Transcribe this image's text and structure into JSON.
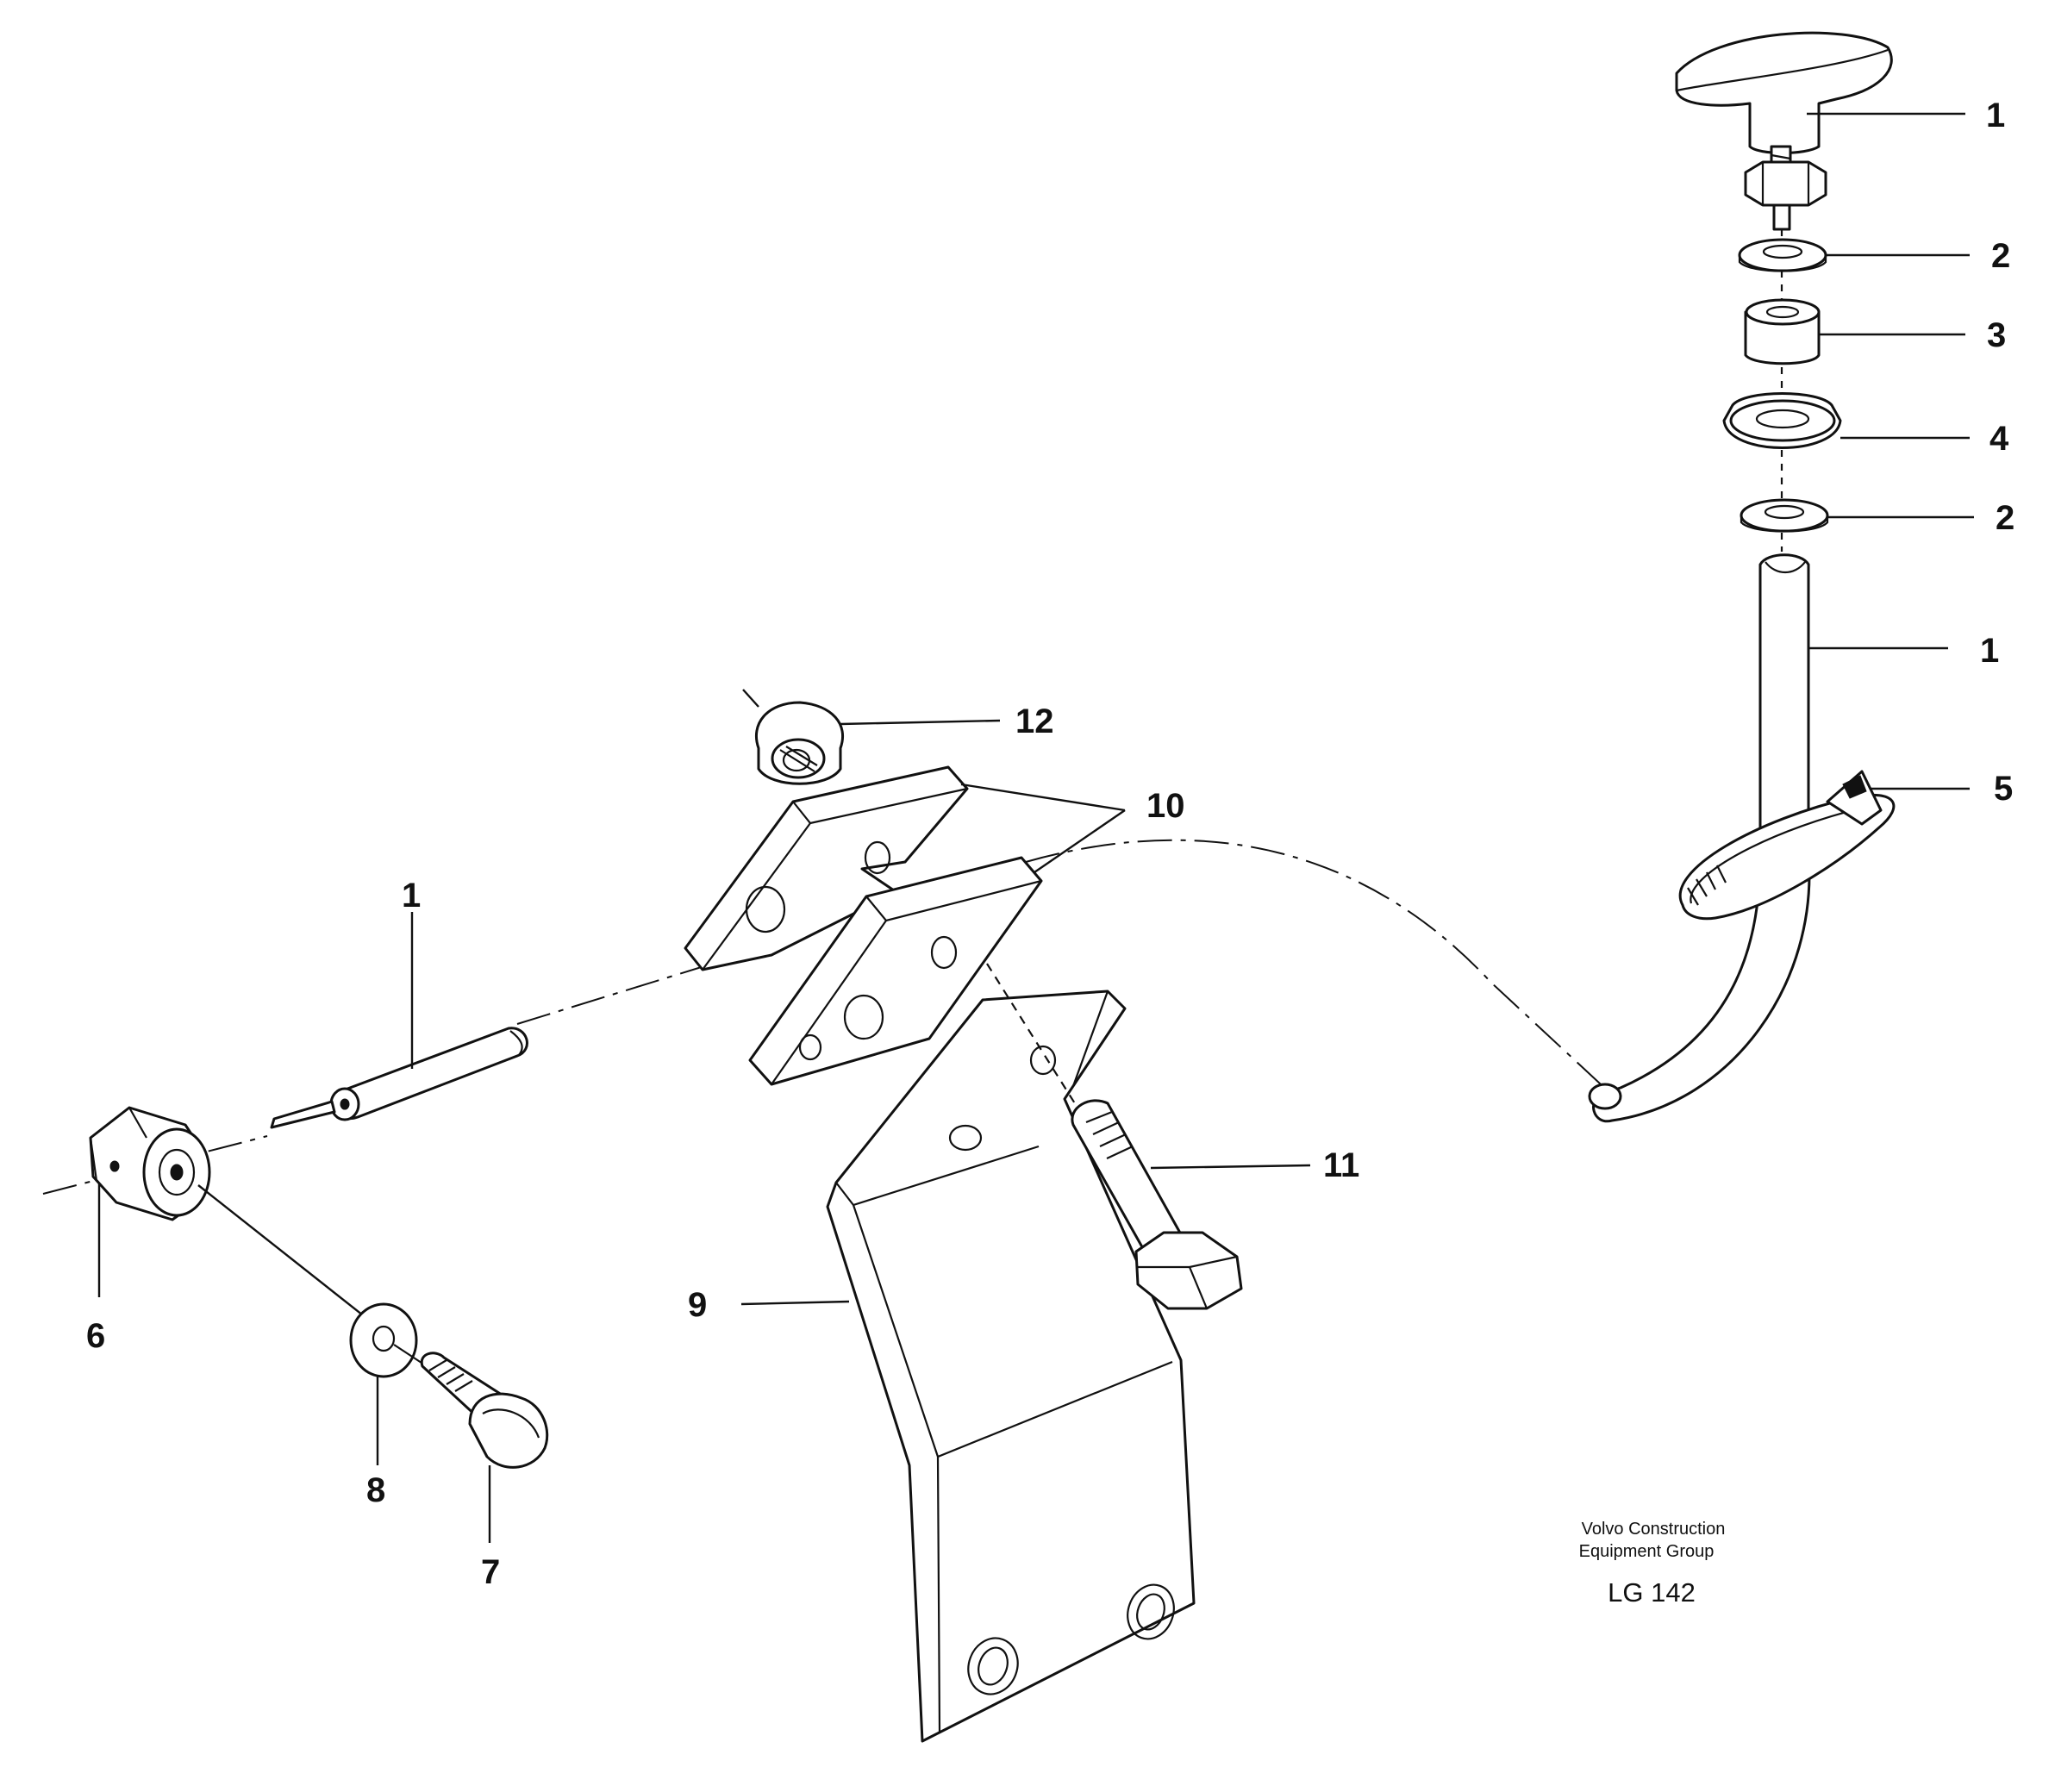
{
  "callouts": {
    "knob": "1",
    "washer_upper": "2",
    "spacer": "3",
    "grommet": "4",
    "washer_lower": "2",
    "cable_right": "1",
    "cable_tie": "5",
    "cable_left": "1",
    "clamp_halves": "10",
    "nut": "12",
    "screw": "11",
    "bracket": "9",
    "connector": "6",
    "washer": "8",
    "bolt": "7"
  },
  "caption": {
    "line1": "Volvo Construction",
    "line2": "Equipment Group",
    "code": "LG 142"
  }
}
